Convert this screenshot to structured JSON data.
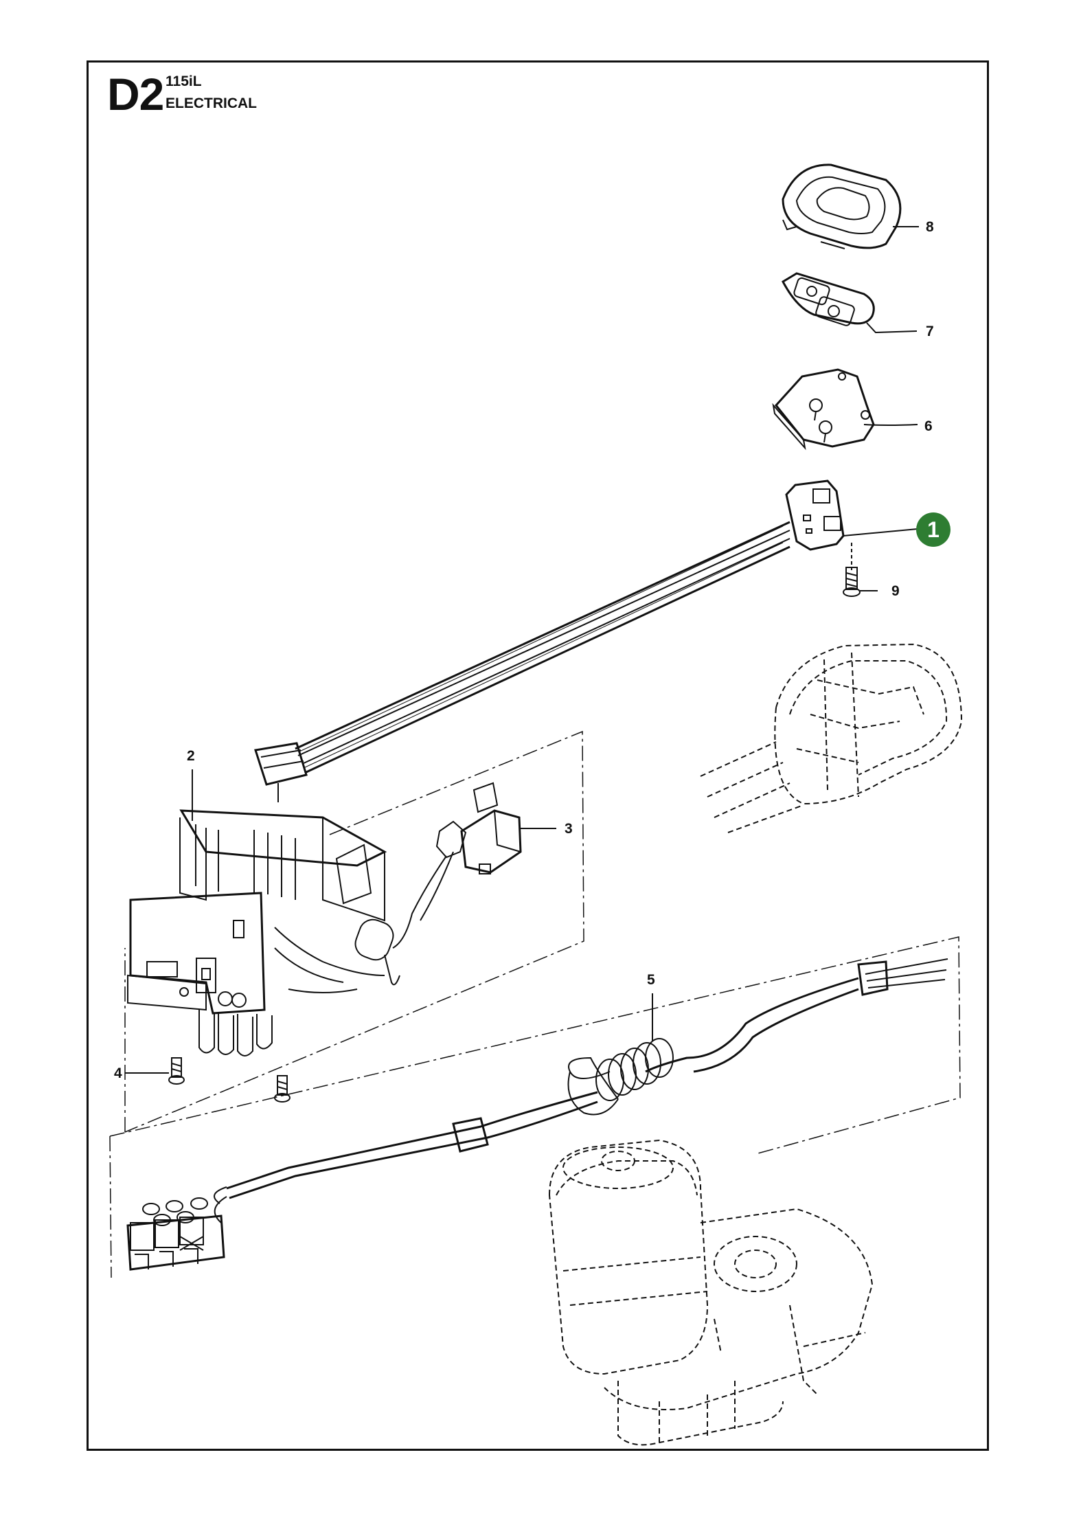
{
  "header": {
    "section_code": "D2",
    "model": "115iL",
    "title": "ELECTRICAL"
  },
  "callouts": {
    "p1": "1",
    "p2": "2",
    "p3": "3",
    "p4": "4",
    "p5": "5",
    "p6": "6",
    "p7": "7",
    "p8": "8",
    "p9": "9"
  },
  "colors": {
    "line": "#111111",
    "highlight_badge": "#2e7d32"
  }
}
